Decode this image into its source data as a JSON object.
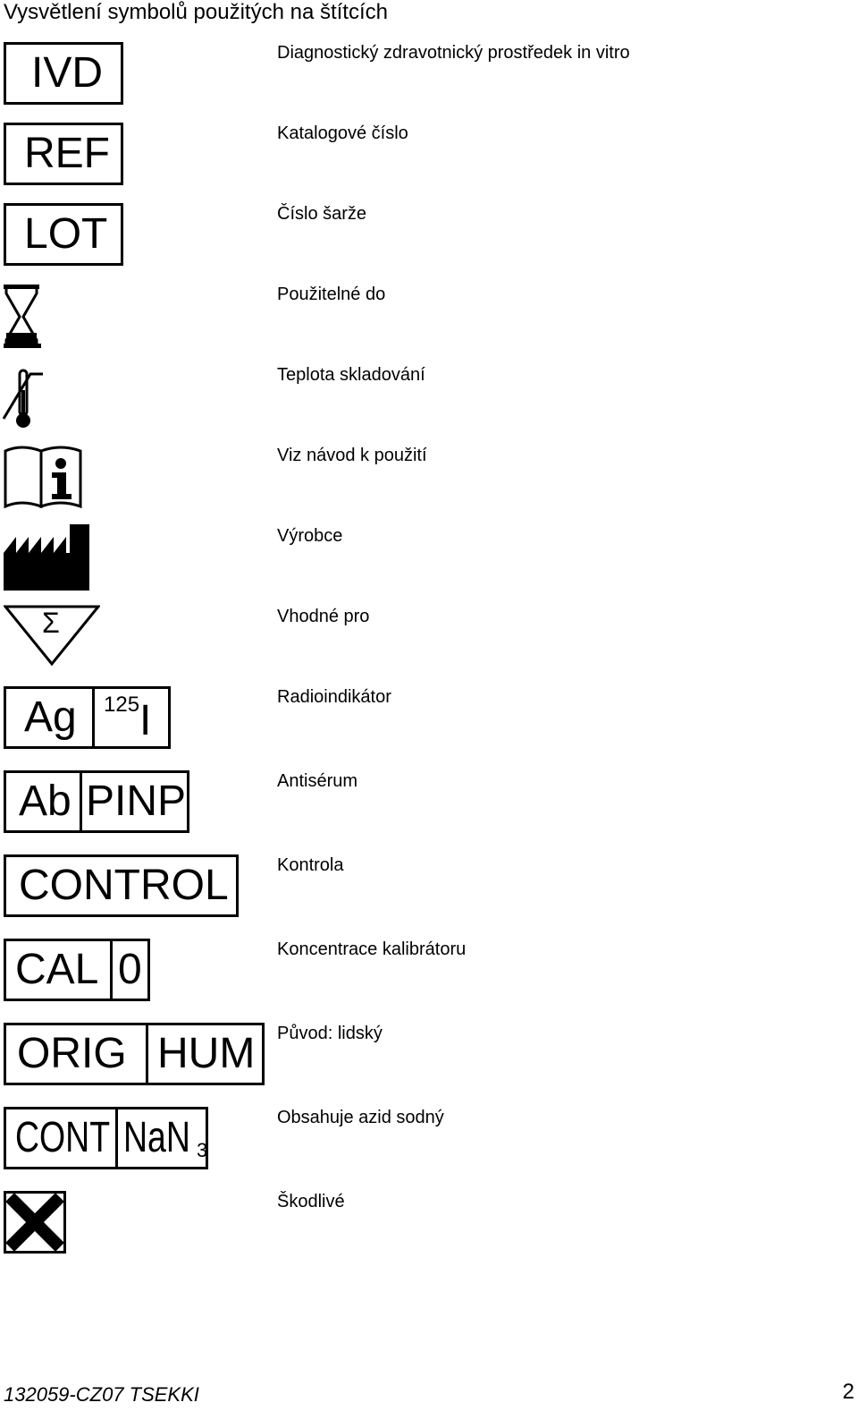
{
  "title": "Vysvětlení symbolů použitých na štítcích",
  "symbols": [
    {
      "label": [
        "IVD"
      ],
      "description": "Diagnostický zdravotnický prostředek in vitro"
    },
    {
      "label": [
        "REF"
      ],
      "description": "Katalogové číslo"
    },
    {
      "label": [
        "LOT"
      ],
      "description": "Číslo šarže"
    },
    {
      "icon": "hourglass-icon",
      "description": "Použitelné do"
    },
    {
      "icon": "thermometer-icon",
      "description": "Teplota skladování"
    },
    {
      "icon": "book-info-icon",
      "description": "Viz návod k použití"
    },
    {
      "icon": "factory-icon",
      "description": "Výrobce"
    },
    {
      "icon": "sigma-triangle-icon",
      "sigma": "Σ",
      "description": "Vhodné pro"
    },
    {
      "label": [
        "Ag",
        "125",
        "I"
      ],
      "description": "Radioindikátor"
    },
    {
      "label": [
        "Ab",
        "PINP"
      ],
      "description": "Antisérum"
    },
    {
      "label": [
        "CONTROL"
      ],
      "description": "Kontrola"
    },
    {
      "label": [
        "CAL",
        "0"
      ],
      "description": "Koncentrace kalibrátoru"
    },
    {
      "label": [
        "ORIG",
        "HUM"
      ],
      "description": "Původ: lidský"
    },
    {
      "label": [
        "CONT",
        "NaN",
        "3"
      ],
      "description": "Obsahuje azid sodný"
    },
    {
      "icon": "harmful-x-icon",
      "description": "Škodlivé"
    }
  ],
  "footer": {
    "doc_id": "132059-CZ07 TSEKKI",
    "page": "2"
  }
}
